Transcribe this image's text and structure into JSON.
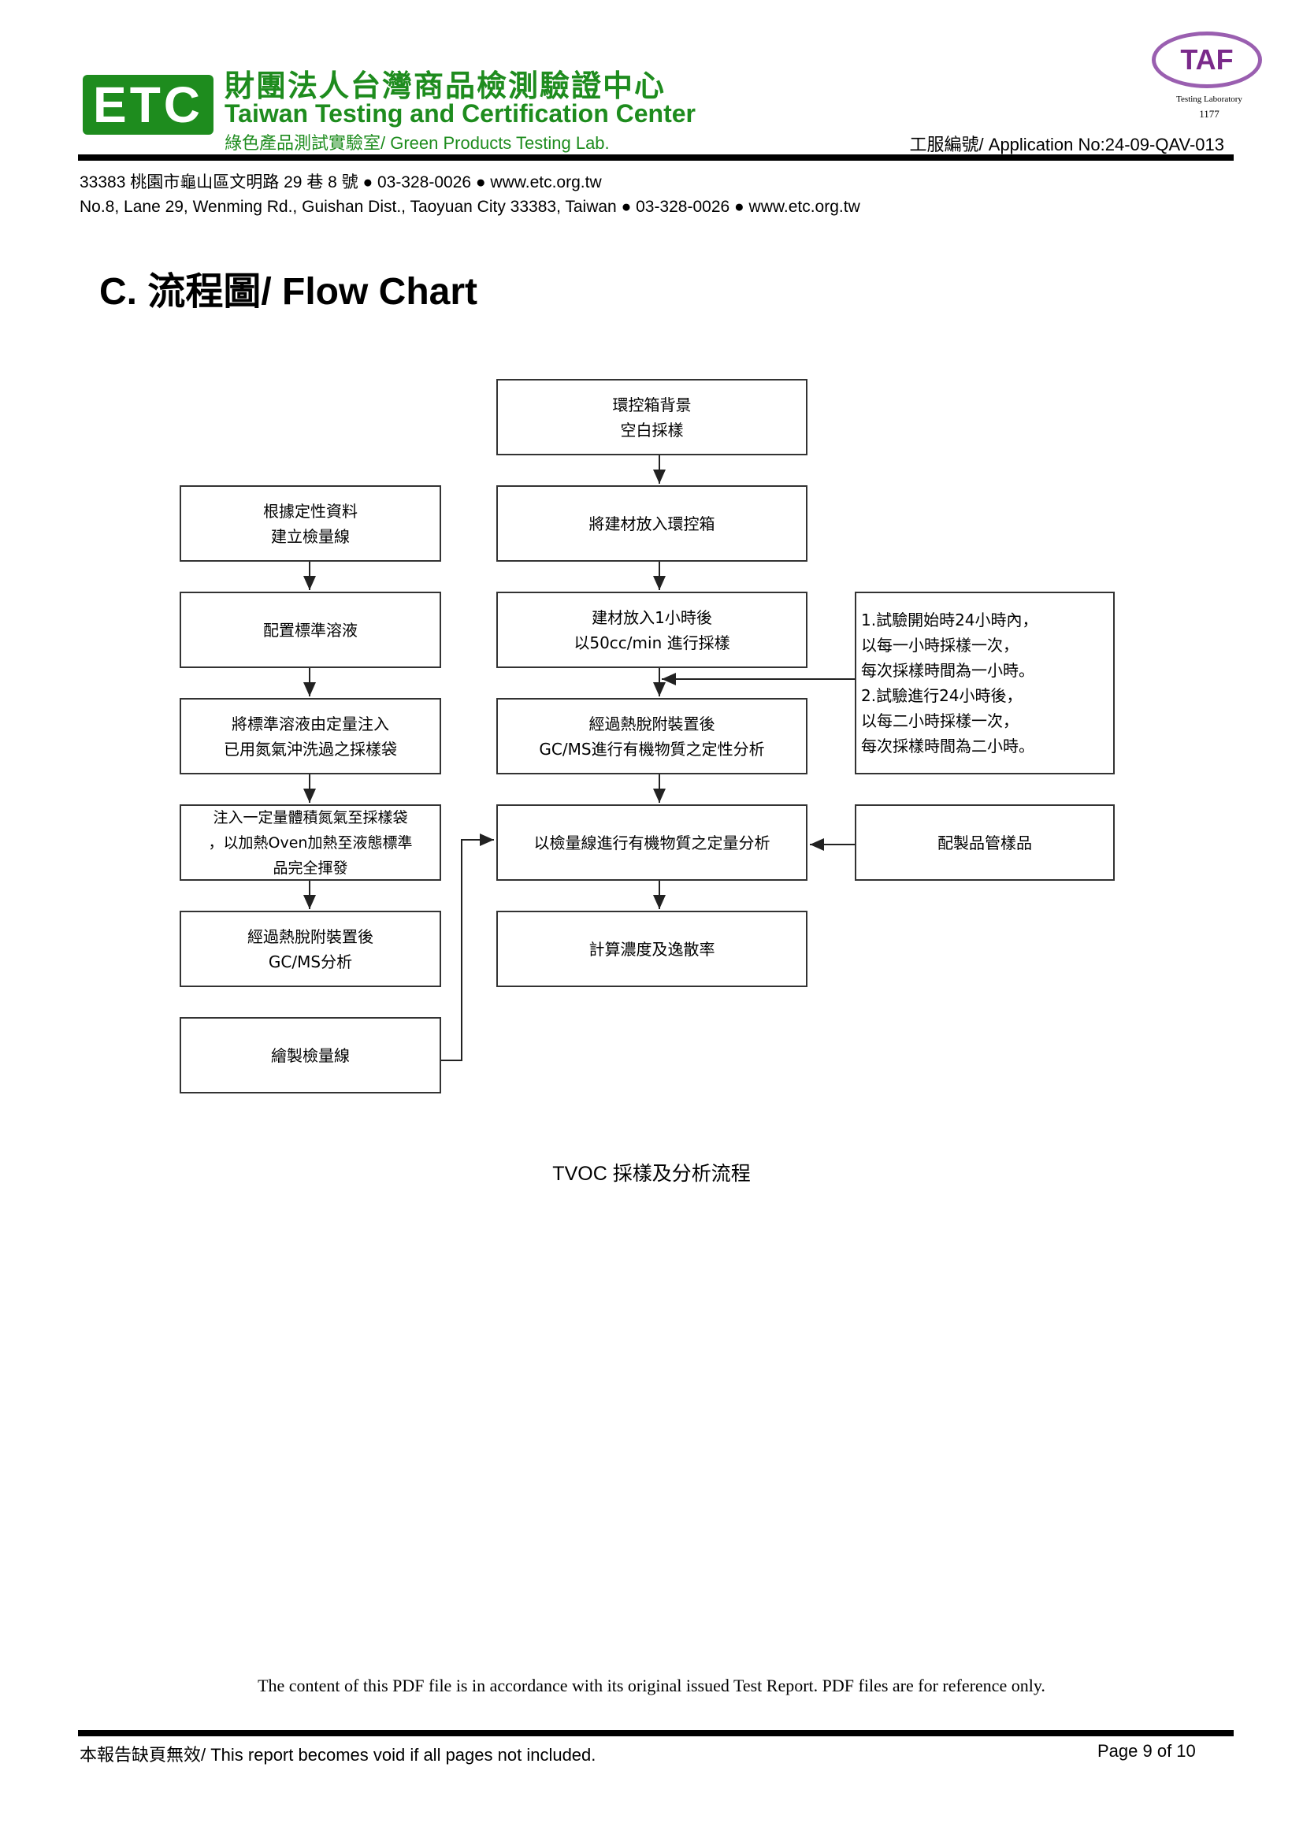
{
  "header": {
    "logo_text": "ETC",
    "org_name_zh": "財團法人台灣商品檢測驗證中心",
    "org_name_en": "Taiwan Testing and Certification Center",
    "lab_name": "綠色產品測試實驗室/ Green Products Testing Lab.",
    "taf_logo": "TAF",
    "taf_label": "Testing Laboratory",
    "taf_number": "1177",
    "application_no": "工服編號/ Application  No:24-09-QAV-013",
    "address_zh": "33383 桃園市龜山區文明路 29 巷 8 號 ● 03-328-0026 ● www.etc.org.tw",
    "address_en": "No.8, Lane 29, Wenming Rd., Guishan Dist., Taoyuan City 33383, Taiwan ● 03-328-0026 ● www.etc.org.tw"
  },
  "section_title": "C.  流程圖/ Flow Chart",
  "flowchart": {
    "center": [
      "環控箱背景\n空白採樣",
      "將建材放入環控箱",
      "建材放入1小時後\n以50cc/min 進行採樣",
      "經過熱脫附裝置後\nGC/MS進行有機物質之定性分析",
      "以檢量線進行有機物質之定量分析",
      "計算濃度及逸散率"
    ],
    "left": [
      "根據定性資料\n建立檢量線",
      "配置標準溶液",
      "將標準溶液由定量注入\n已用氮氣沖洗過之採樣袋",
      "注入一定量體積氮氣至採樣袋\n，以加熱Oven加熱至液態標準\n品完全揮發",
      "經過熱脫附裝置後\nGC/MS分析",
      "繪製檢量線"
    ],
    "right": [
      "1.試驗開始時24小時內，\n   以每一小時採樣一次，\n   每次採樣時間為一小時。\n2.試驗進行24小時後，\n   以每二小時採樣一次，\n   每次採樣時間為二小時。",
      "配製品管樣品"
    ],
    "caption": "TVOC 採樣及分析流程"
  },
  "footer": {
    "disclaimer": "The content of this PDF file is in accordance with its original issued Test Report. PDF files are for reference only.",
    "void_notice": "本報告缺頁無效/ This report becomes void if all pages not included.",
    "page": "Page 9 of 10"
  }
}
